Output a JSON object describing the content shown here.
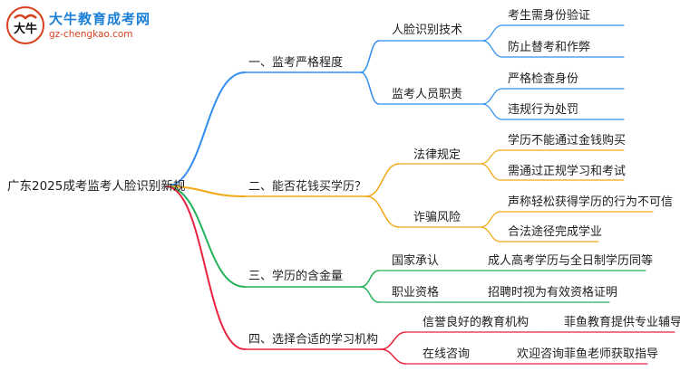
{
  "logo": {
    "title": "大牛教育成考网",
    "url": "gz-chengkao.com",
    "badge_glyph": "大牛"
  },
  "root": "广东2025成考监考人脸识别新规",
  "branches": [
    {
      "label": "一、监考严格程度",
      "color": "#2f8ff0",
      "children": [
        {
          "label": "人脸识别技术",
          "leaves": [
            "考生需身份验证",
            "防止替考和作弊"
          ]
        },
        {
          "label": "监考人员职责",
          "leaves": [
            "严格检查身份",
            "违规行为处罚"
          ]
        }
      ]
    },
    {
      "label": "二、能否花钱买学历？",
      "color": "#f2a715",
      "children": [
        {
          "label": "法律规定",
          "leaves": [
            "学历不能通过金钱购买",
            "需通过正规学习和考试"
          ]
        },
        {
          "label": "诈骗风险",
          "leaves": [
            "声称轻松获得学历的行为不可信",
            "合法途径完成学业"
          ]
        }
      ]
    },
    {
      "label": "三、学历的含金量",
      "color": "#22b35a",
      "children": [
        {
          "label": "国家承认",
          "leaves": [
            "成人高考学历与全日制学历同等"
          ]
        },
        {
          "label": "职业资格",
          "leaves": [
            "招聘时视为有效资格证明"
          ]
        }
      ]
    },
    {
      "label": "四、选择合适的学习机构",
      "color": "#e8233f",
      "children": [
        {
          "label": "信誉良好的教育机构",
          "leaves": [
            "菲鱼教育提供专业辅导"
          ]
        },
        {
          "label": "在线咨询",
          "leaves": [
            "欢迎咨询菲鱼老师获取指导"
          ]
        }
      ]
    }
  ]
}
